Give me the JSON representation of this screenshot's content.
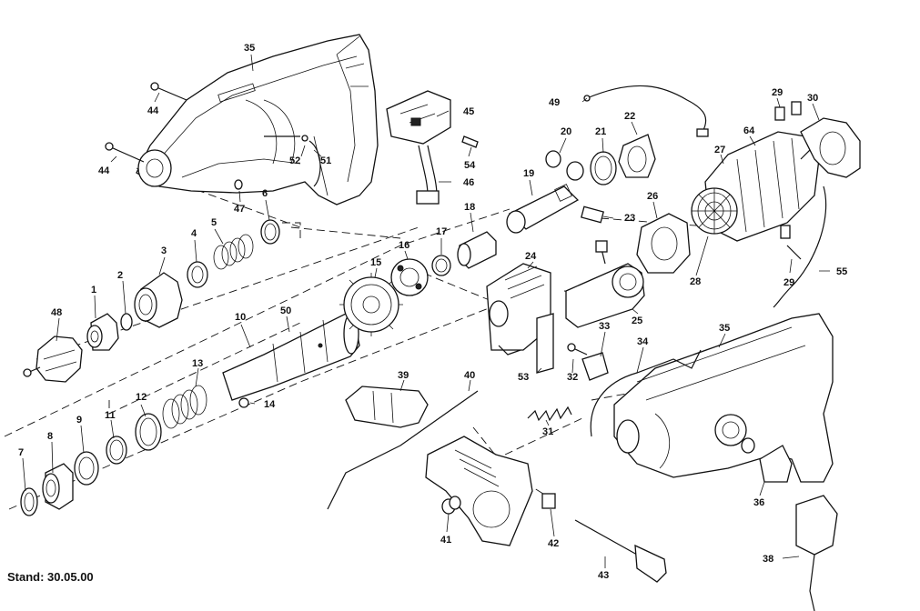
{
  "footer": {
    "date_label": "Stand: 30.05.00"
  },
  "parts": [
    {
      "id": "35a",
      "label": "35"
    },
    {
      "id": "44a",
      "label": "44"
    },
    {
      "id": "44b",
      "label": "44"
    },
    {
      "id": "45",
      "label": "45"
    },
    {
      "id": "54",
      "label": "54"
    },
    {
      "id": "46",
      "label": "46"
    },
    {
      "id": "52",
      "label": "52"
    },
    {
      "id": "51",
      "label": "51"
    },
    {
      "id": "47",
      "label": "47"
    },
    {
      "id": "6",
      "label": "6"
    },
    {
      "id": "5",
      "label": "5"
    },
    {
      "id": "4",
      "label": "4"
    },
    {
      "id": "3",
      "label": "3"
    },
    {
      "id": "2",
      "label": "2"
    },
    {
      "id": "1",
      "label": "1"
    },
    {
      "id": "48",
      "label": "48"
    },
    {
      "id": "49",
      "label": "49"
    },
    {
      "id": "20",
      "label": "20"
    },
    {
      "id": "21",
      "label": "21"
    },
    {
      "id": "22",
      "label": "22"
    },
    {
      "id": "19",
      "label": "19"
    },
    {
      "id": "23",
      "label": "23"
    },
    {
      "id": "18",
      "label": "18"
    },
    {
      "id": "17",
      "label": "17"
    },
    {
      "id": "16",
      "label": "16"
    },
    {
      "id": "15",
      "label": "15"
    },
    {
      "id": "29a",
      "label": "29"
    },
    {
      "id": "30",
      "label": "30"
    },
    {
      "id": "64",
      "label": "64"
    },
    {
      "id": "27",
      "label": "27"
    },
    {
      "id": "26",
      "label": "26"
    },
    {
      "id": "28",
      "label": "28"
    },
    {
      "id": "29b",
      "label": "29"
    },
    {
      "id": "55",
      "label": "55"
    },
    {
      "id": "24",
      "label": "24"
    },
    {
      "id": "25",
      "label": "25"
    },
    {
      "id": "10",
      "label": "10"
    },
    {
      "id": "50",
      "label": "50"
    },
    {
      "id": "33",
      "label": "33"
    },
    {
      "id": "34",
      "label": "34"
    },
    {
      "id": "35b",
      "label": "35"
    },
    {
      "id": "53",
      "label": "53"
    },
    {
      "id": "32",
      "label": "32"
    },
    {
      "id": "13",
      "label": "13"
    },
    {
      "id": "14",
      "label": "14"
    },
    {
      "id": "39",
      "label": "39"
    },
    {
      "id": "40",
      "label": "40"
    },
    {
      "id": "31",
      "label": "31"
    },
    {
      "id": "12",
      "label": "12"
    },
    {
      "id": "11",
      "label": "11"
    },
    {
      "id": "9",
      "label": "9"
    },
    {
      "id": "8",
      "label": "8"
    },
    {
      "id": "7",
      "label": "7"
    },
    {
      "id": "36",
      "label": "36"
    },
    {
      "id": "41",
      "label": "41"
    },
    {
      "id": "42",
      "label": "42"
    },
    {
      "id": "43",
      "label": "43"
    },
    {
      "id": "38",
      "label": "38"
    }
  ]
}
